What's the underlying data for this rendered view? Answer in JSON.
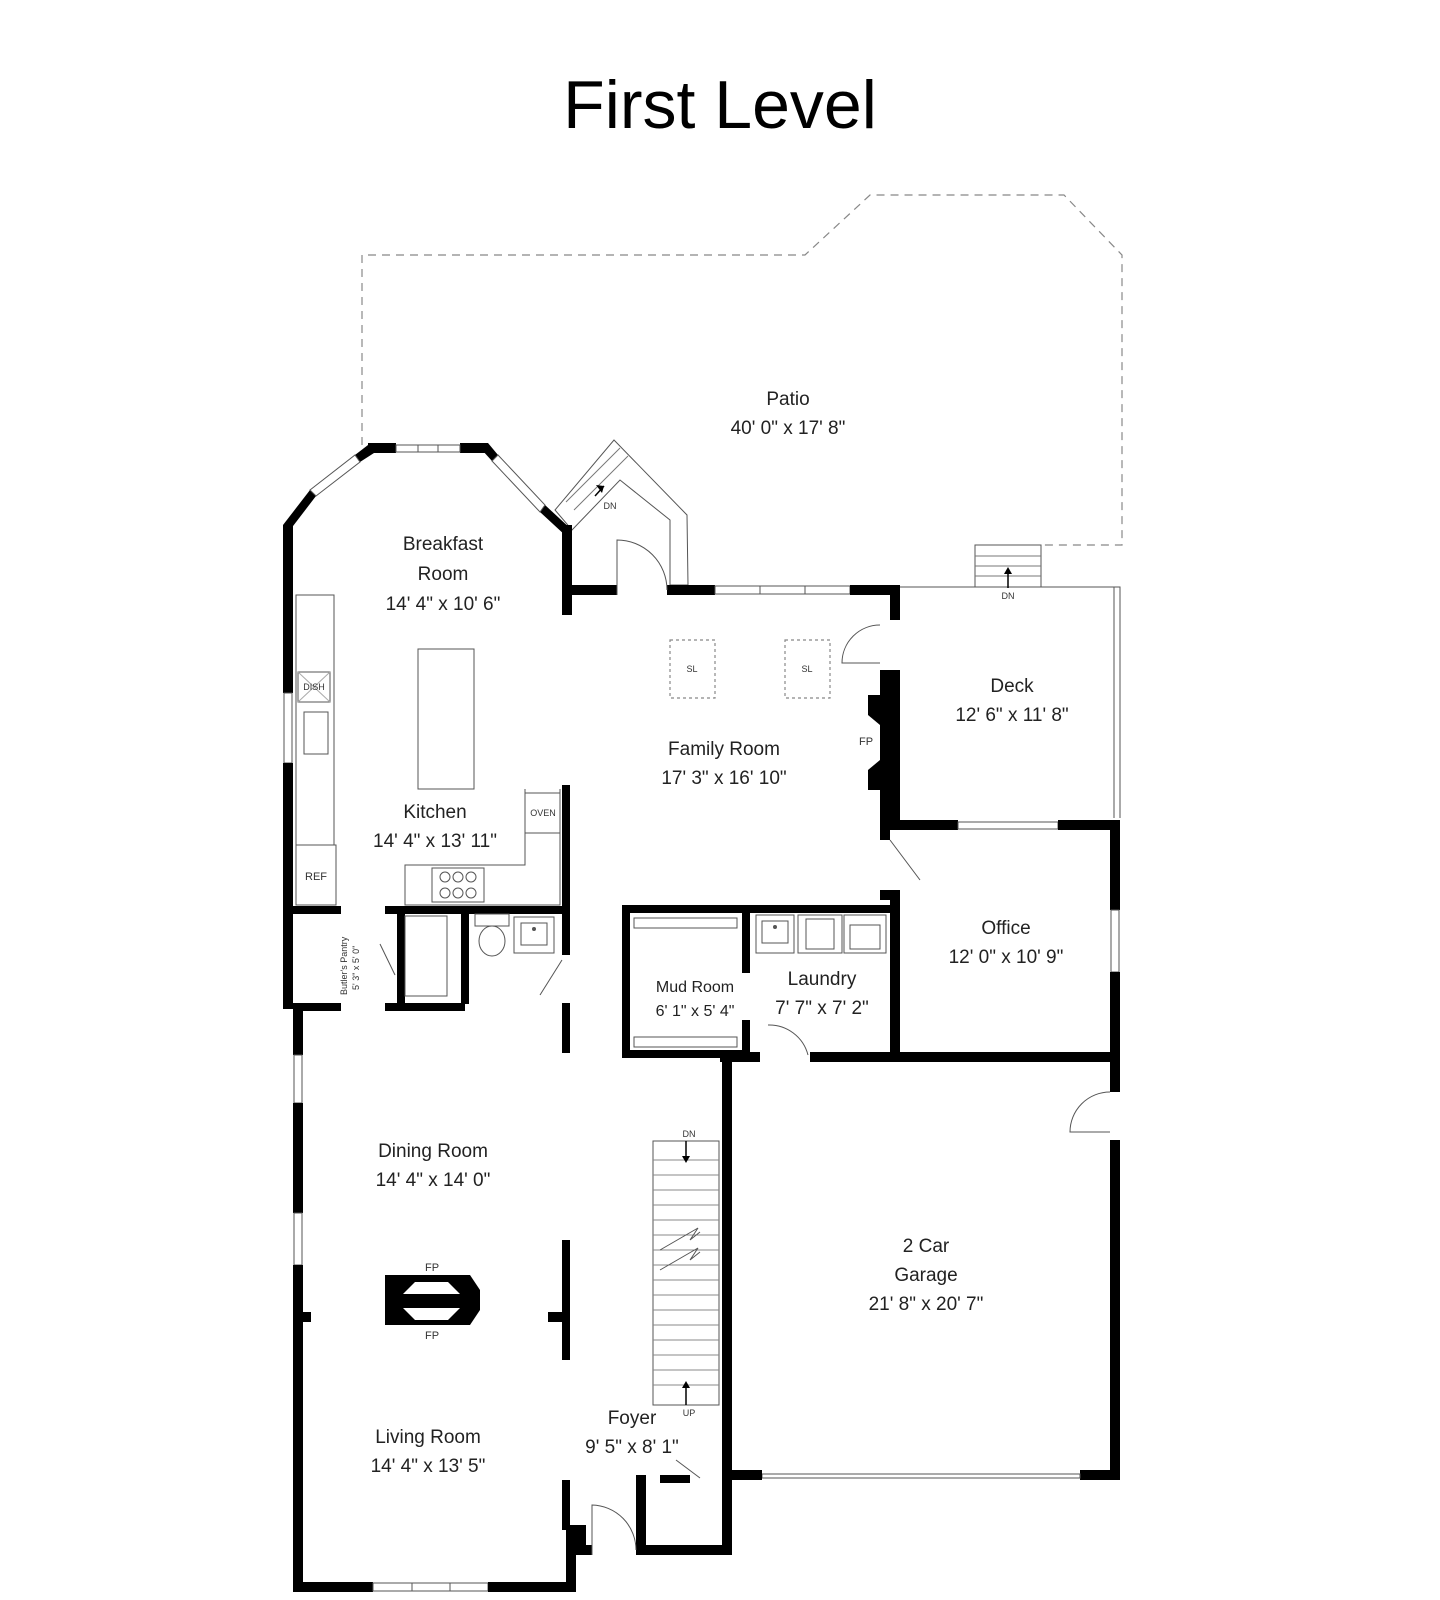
{
  "title": "First Level",
  "rooms": {
    "patio": {
      "name": "Patio",
      "dims": "40' 0\" x 17' 8\""
    },
    "breakfast": {
      "name1": "Breakfast",
      "name2": "Room",
      "dims": "14' 4\" x 10' 6\""
    },
    "family": {
      "name": "Family Room",
      "dims": "17' 3\" x 16' 10\""
    },
    "deck": {
      "name": "Deck",
      "dims": "12' 6\" x 11' 8\""
    },
    "kitchen": {
      "name": "Kitchen",
      "dims": "14' 4\" x 13' 11\""
    },
    "office": {
      "name": "Office",
      "dims": "12' 0\" x 10' 9\""
    },
    "laundry": {
      "name": "Laundry",
      "dims": "7' 7\" x 7' 2\""
    },
    "mudroom": {
      "name": "Mud Room",
      "dims": "6' 1\" x 5' 4\""
    },
    "butlers": {
      "name": "Butler's Pantry",
      "dims": "5' 3\" x 5' 0\""
    },
    "dining": {
      "name": "Dining Room",
      "dims": "14' 4\" x 14' 0\""
    },
    "garage": {
      "name1": "2 Car",
      "name2": "Garage",
      "dims": "21' 8\" x 20' 7\""
    },
    "living": {
      "name": "Living Room",
      "dims": "14' 4\" x 13' 5\""
    },
    "foyer": {
      "name": "Foyer",
      "dims": "9' 5\" x 8' 1\""
    }
  },
  "labels": {
    "dn": "DN",
    "up": "UP",
    "sl": "SL",
    "fp": "FP",
    "dish": "DISH",
    "oven": "OVEN",
    "ref": "REF"
  }
}
